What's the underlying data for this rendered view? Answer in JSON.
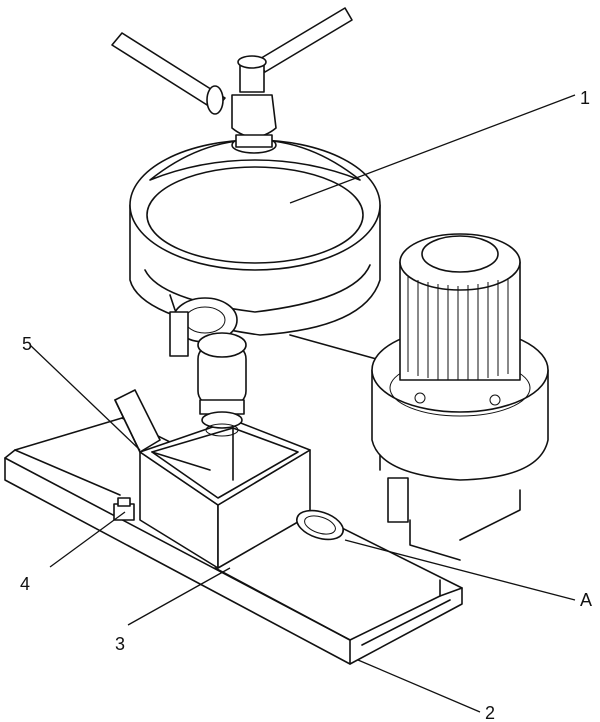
{
  "labels": {
    "one": "1",
    "two": "2",
    "three": "3",
    "four": "4",
    "five": "5",
    "a": "A"
  }
}
